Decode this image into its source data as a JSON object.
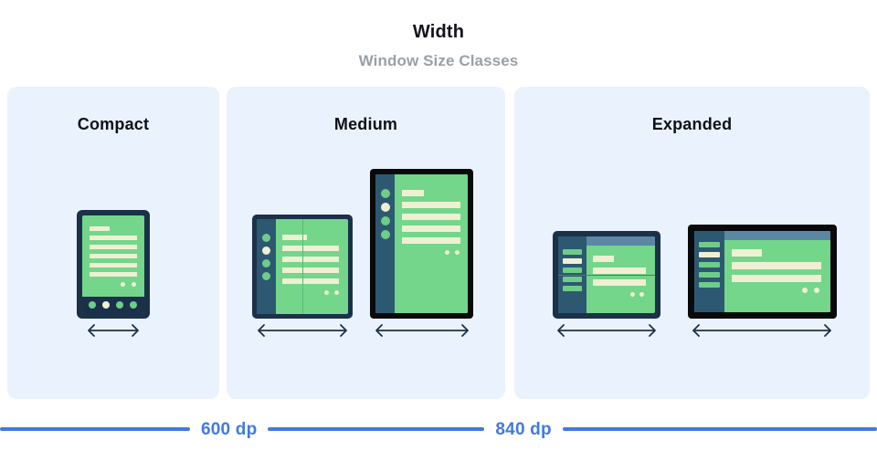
{
  "header": {
    "title": "Width",
    "subtitle": "Window Size Classes"
  },
  "colors": {
    "panel_bg": "#eaf2fd",
    "accent_blue": "#4279e0",
    "screen_green": "#73d68a",
    "content_cream": "#eff0d3",
    "frame_navy": "#1b3149",
    "frame_black": "#0a0a0a",
    "rail_teal": "#2d5871",
    "appbar_blue": "#5c87a4",
    "title_black": "#111418",
    "subtitle_gray": "#9aa0a6"
  },
  "panels": [
    {
      "key": "compact",
      "heading": "Compact",
      "devices": [
        {
          "name": "phone-portrait",
          "frame": "navy",
          "orientation": "portrait",
          "nav": "bottom-bar",
          "nav_items": 4,
          "nav_selected_index": 1,
          "content_lines": 6,
          "content_dots": 2,
          "folded": false
        }
      ],
      "arrows": 1
    },
    {
      "key": "medium",
      "heading": "Medium",
      "devices": [
        {
          "name": "foldable-portrait",
          "frame": "navy",
          "orientation": "portrait",
          "nav": "side-rail-dots",
          "nav_items": 4,
          "nav_selected_index": 1,
          "content_lines": 5,
          "content_dots": 2,
          "folded": true,
          "fold_axis": "vertical"
        },
        {
          "name": "tablet-portrait",
          "frame": "black",
          "orientation": "portrait",
          "nav": "side-rail-dots",
          "nav_items": 4,
          "nav_selected_index": 1,
          "content_lines": 5,
          "content_dots": 2,
          "folded": false
        }
      ],
      "arrows": 2
    },
    {
      "key": "expanded",
      "heading": "Expanded",
      "devices": [
        {
          "name": "foldable-landscape",
          "frame": "navy",
          "orientation": "landscape",
          "nav": "side-rail-bars",
          "nav_items": 5,
          "nav_selected_index": 1,
          "appbar": true,
          "content_lines": 3,
          "content_dots": 2,
          "folded": true,
          "fold_axis": "horizontal"
        },
        {
          "name": "tablet-landscape",
          "frame": "black",
          "orientation": "landscape",
          "nav": "side-rail-bars",
          "nav_items": 5,
          "nav_selected_index": 1,
          "appbar": true,
          "content_lines": 3,
          "content_dots": 2,
          "folded": false
        }
      ],
      "arrows": 2
    }
  ],
  "scale": {
    "breakpoints": [
      {
        "label": "600 dp"
      },
      {
        "label": "840 dp"
      }
    ]
  }
}
